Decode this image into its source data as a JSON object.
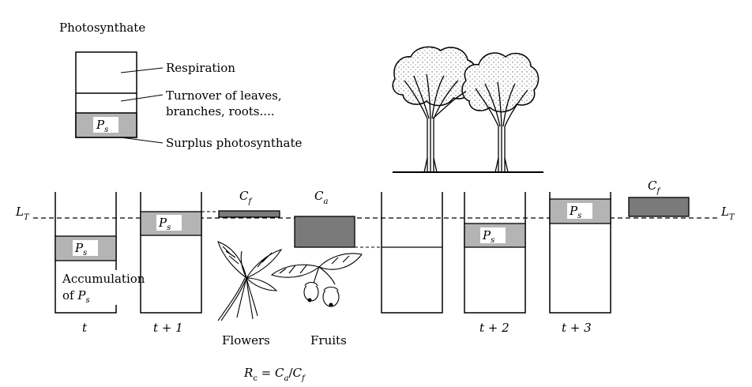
{
  "legend": {
    "title": "Photosynthate",
    "respiration": "Respiration",
    "turnover_line1": "Turnover of leaves,",
    "turnover_line2": "branches, roots....",
    "surplus": "Surplus photosynthate",
    "ps_main": "P",
    "ps_sub": "s"
  },
  "threshold": {
    "main": "L",
    "sub": "T"
  },
  "steps": {
    "t": "t",
    "t1": "t + 1",
    "t2": "t + 2",
    "t3": "t + 3"
  },
  "costs": {
    "cf_main": "C",
    "cf_sub": "f",
    "ca_main": "C",
    "ca_sub": "a"
  },
  "accumulation": {
    "line1": "Accumulation",
    "line2_prefix": "of ",
    "ps_main": "P",
    "ps_sub": "s"
  },
  "organs": {
    "flowers": "Flowers",
    "fruits": "Fruits"
  },
  "formula": {
    "r": "R",
    "r_sub": "c",
    "eq": " = ",
    "ca": "C",
    "ca_sub": "a",
    "slash": "/",
    "cf": "C",
    "cf_sub": "f"
  },
  "colors": {
    "surplus_fill": "#b4b4b4",
    "cost_fill": "#7a7a7a",
    "line": "#000000",
    "background": "#ffffff"
  }
}
